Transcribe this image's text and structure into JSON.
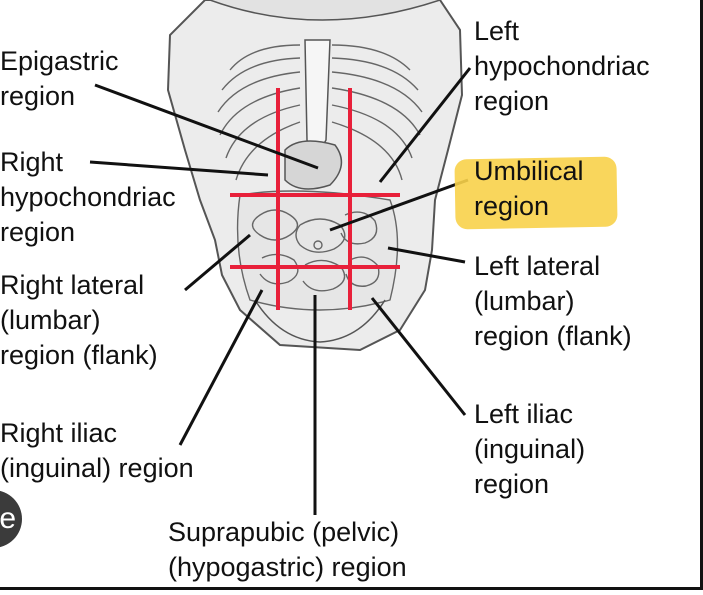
{
  "labels": {
    "epigastric": [
      "Epigastric",
      "region"
    ],
    "left_hypochondriac": [
      "Left",
      "hypochondriac",
      "region"
    ],
    "right_hypochondriac": [
      "Right",
      "hypochondriac",
      "region"
    ],
    "umbilical": [
      "Umbilical",
      "region"
    ],
    "right_lateral": [
      "Right lateral",
      "(lumbar)",
      "region (flank)"
    ],
    "left_lateral": [
      "Left lateral",
      "(lumbar)",
      "region (flank)"
    ],
    "right_iliac": [
      "Right iliac",
      "(inguinal) region"
    ],
    "left_iliac": [
      "Left iliac",
      "(inguinal)",
      "region"
    ],
    "suprapubic": [
      "Suprapubic (pelvic)",
      "(hypogastric) region"
    ]
  },
  "colors": {
    "grid_lines": "#e8203a",
    "highlight": "#f8d24a",
    "body_fill": "#ececec",
    "outline": "#555555"
  },
  "badge_glyph": "e"
}
